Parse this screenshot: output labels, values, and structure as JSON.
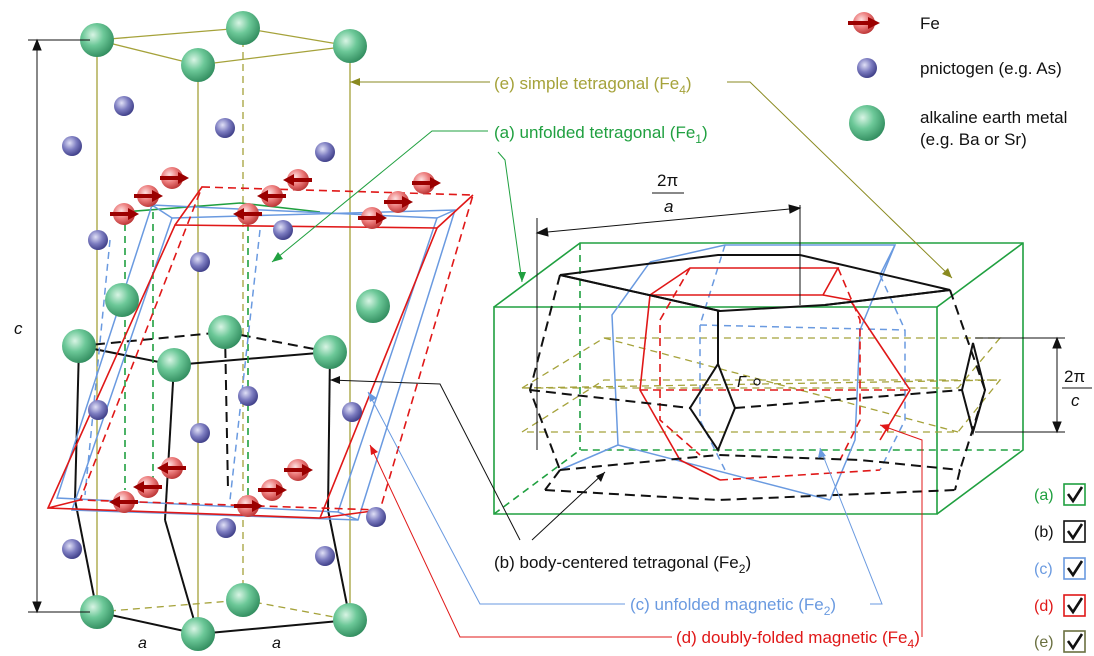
{
  "colors": {
    "green": "#20a040",
    "black": "#111111",
    "blue": "#6a9ae0",
    "red": "#e01818",
    "olive": "#a5a23a",
    "fe_arrow": "#9b0000",
    "fe_ball": "#e86868",
    "pnictogen": "#7070b8",
    "alkaline": "#5cc08c",
    "leader_olive": "#8a8a20",
    "legend_e_text": "#6a7040"
  },
  "legend": {
    "fe": "Fe",
    "pnictogen": "pnictogen (e.g. As)",
    "alkaline_line1": "alkaline earth metal",
    "alkaline_line2": "(e.g. Ba or Sr)"
  },
  "labels": {
    "e": {
      "text": "(e) simple tetragonal (Fe",
      "sub": "4",
      "end": ")"
    },
    "a": {
      "text": "(a) unfolded tetragonal (Fe",
      "sub": "1",
      "end": ")"
    },
    "b": {
      "text": "(b) body-centered tetragonal (Fe",
      "sub": "2",
      "end": ")"
    },
    "c": {
      "text": "(c) unfolded magnetic (Fe",
      "sub": "2",
      "end": ")"
    },
    "d": {
      "text": "(d) doubly-folded magnetic (Fe",
      "sub": "4",
      "end": ")"
    }
  },
  "dimensions": {
    "c_axis": "c",
    "a_axis_1": "a",
    "a_axis_2": "a",
    "two_pi": "2π",
    "over_a": "a",
    "over_c": "c",
    "gamma": "Γ"
  },
  "checkboxes": [
    {
      "label": "(a)",
      "checked": true,
      "color_key": "green"
    },
    {
      "label": "(b)",
      "checked": true,
      "color_key": "black"
    },
    {
      "label": "(c)",
      "checked": true,
      "color_key": "blue"
    },
    {
      "label": "(d)",
      "checked": true,
      "color_key": "red"
    },
    {
      "label": "(e)",
      "checked": true,
      "color_key": "legend_e_text"
    }
  ]
}
